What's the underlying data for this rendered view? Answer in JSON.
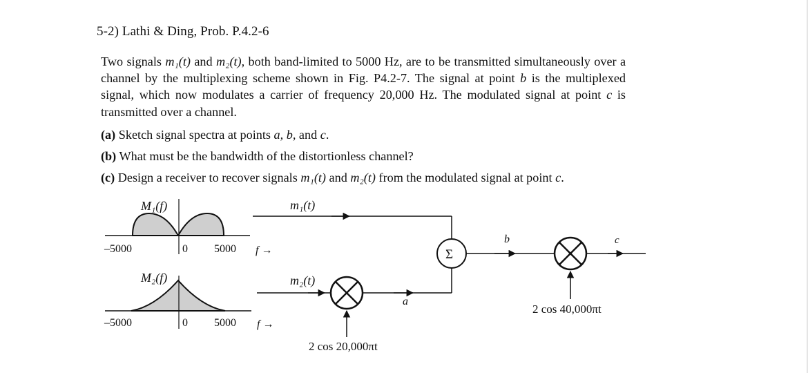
{
  "heading": "5-2) Lathi & Ding, Prob. P.4.2-6",
  "paragraph": {
    "intro": "Two signals ",
    "m1": "m₁(t)",
    "and1": " and ",
    "m2": "m₂(t)",
    "mid": ", both band-limited to 5000 Hz, are to be transmitted simultaneously over a channel by the multiplexing scheme shown in Fig. P4.2-7. The signal at point ",
    "b": "b",
    "mid2": " is the multiplexed signal, which now modulates a carrier of frequency 20,000 Hz. The modulated signal at point ",
    "c": "c",
    "end": " is transmitted over a channel."
  },
  "parts": {
    "a": {
      "label": "(a)",
      "text": "Sketch signal spectra at points ",
      "vars": "a, b,",
      "and": " and ",
      "last": "c",
      "period": "."
    },
    "b": {
      "label": "(b)",
      "text": "What must be the bandwidth of the distortionless channel?"
    },
    "c": {
      "label": "(c)",
      "text": "Design a receiver to recover signals ",
      "m1": "m₁(t)",
      "and": " and ",
      "m2": "m₂(t)",
      "end": " from the modulated signal at point ",
      "pt": "c",
      "period": "."
    }
  },
  "figure": {
    "M1_label": "M₁(f)",
    "M2_label": "M₂(f)",
    "m1_label": "m₁(t)",
    "m2_label": "m₂(t)",
    "tick_neg": "–5000",
    "tick_zero": "0",
    "tick_pos": "5000",
    "f_arrow": "f →",
    "sum_symbol": "Σ",
    "point_a": "a",
    "point_b": "b",
    "point_c": "c",
    "carrier1": "2 cos 20,000πt",
    "carrier2": "2 cos 40,000πt"
  }
}
